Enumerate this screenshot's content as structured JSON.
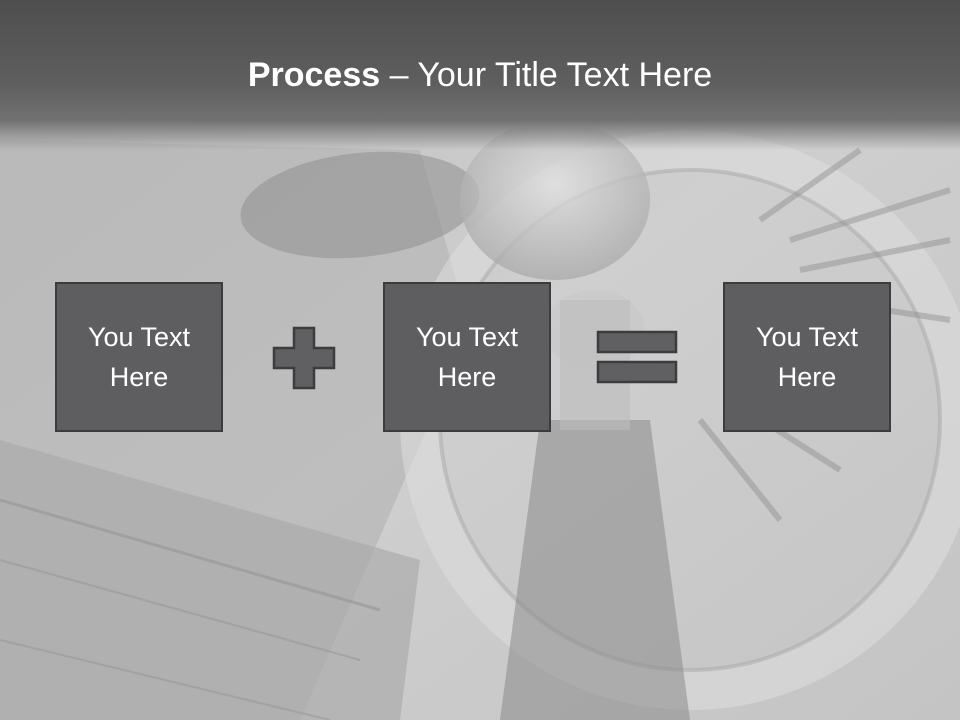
{
  "title": {
    "bold": "Process",
    "rest": " – Your Title Text Here"
  },
  "process": {
    "boxes": [
      {
        "label": "You Text Here"
      },
      {
        "label": "You Text Here"
      },
      {
        "label": "You Text Here"
      }
    ],
    "operators": [
      "plus-icon",
      "equals-icon"
    ]
  },
  "colors": {
    "title_band": "#5e5e5f",
    "box_fill": "#5e5e60",
    "box_border": "#3c3c3e",
    "operator_fill": "#606062",
    "text": "#ffffff"
  }
}
